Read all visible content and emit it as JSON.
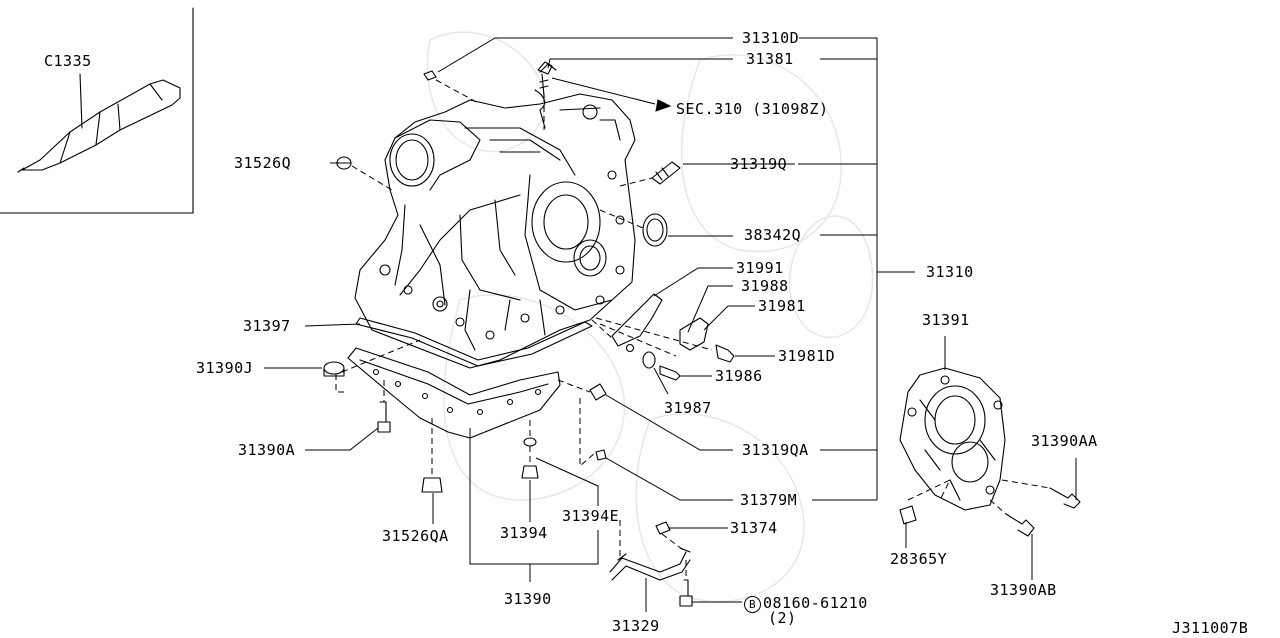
{
  "labels": {
    "c1335": "C1335",
    "p31310d": "31310D",
    "p31381": "31381",
    "sec310": "SEC.310 (31098Z)",
    "p31526q": "31526Q",
    "p31319q": "31319Q",
    "p38342q": "38342Q",
    "p31310": "31310",
    "p31991": "31991",
    "p31988": "31988",
    "p31981": "31981",
    "p31981d": "31981D",
    "p31986": "31986",
    "p31987": "31987",
    "p31397": "31397",
    "p31390j": "31390J",
    "p31390a": "31390A",
    "p31319qa": "31319QA",
    "p31379m": "31379M",
    "p31391": "31391",
    "p31390aa": "31390AA",
    "p28365y": "28365Y",
    "p31390ab": "31390AB",
    "p31526qa": "31526QA",
    "p31394": "31394",
    "p31394e": "31394E",
    "p31374": "31374",
    "p31390": "31390",
    "p08160_marker": "B",
    "p08160": "08160-61210",
    "p08160_qty": "(2)",
    "p31329": "31329",
    "diagram_code": "J311007B"
  }
}
